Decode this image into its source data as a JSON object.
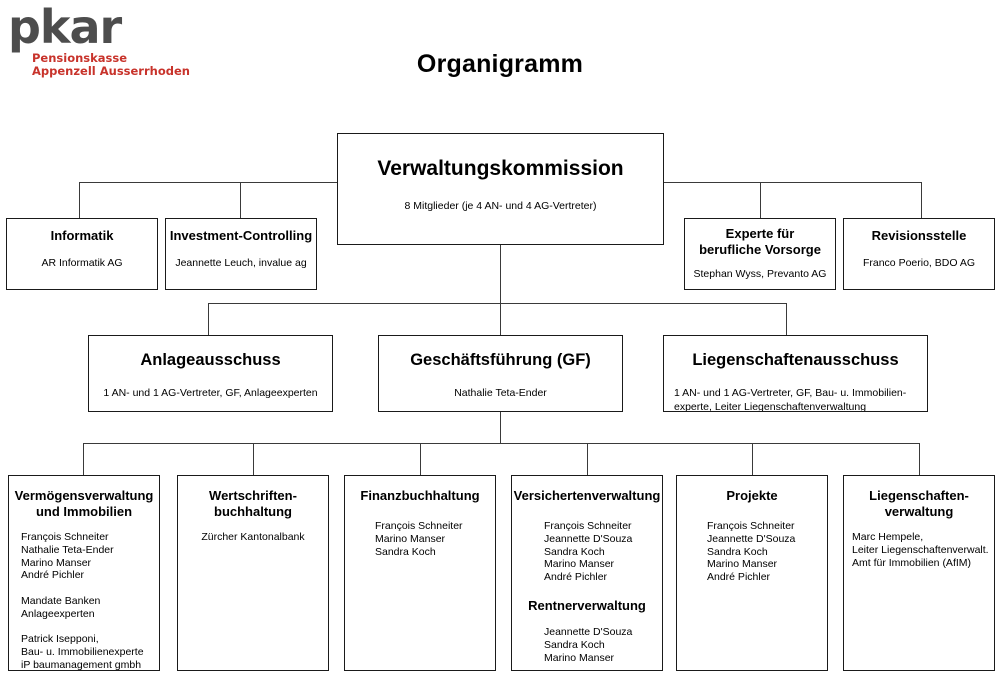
{
  "logo": {
    "wordmark": "pkar",
    "subtitle": "Pensionskasse\nAppenzell Ausserrhoden",
    "wordmark_color": "#4d4d4d",
    "subtitle_color": "#c8332b"
  },
  "page_title": "Organigramm",
  "chart_data": {
    "type": "diagram",
    "title": "Organigramm",
    "levels": [
      {
        "name": "level-1",
        "nodes": [
          {
            "id": "verwaltungskommission",
            "title": "Verwaltungskommission",
            "body": "8 Mitglieder (je 4 AN- und 4 AG-Vertreter)"
          }
        ]
      },
      {
        "name": "level-2",
        "nodes": [
          {
            "id": "informatik",
            "title": "Informatik",
            "body": "AR Informatik AG"
          },
          {
            "id": "investment-controlling",
            "title": "Investment-Controlling",
            "body": "Jeannette Leuch, invalue ag"
          },
          {
            "id": "experte-berufliche-vorsorge",
            "title": "Experte für\nberufliche Vorsorge",
            "body": "Stephan Wyss, Prevanto AG"
          },
          {
            "id": "revisionsstelle",
            "title": "Revisionsstelle",
            "body": "Franco Poerio, BDO AG"
          }
        ]
      },
      {
        "name": "level-3",
        "nodes": [
          {
            "id": "anlageausschuss",
            "title": "Anlageausschuss",
            "body": "1 AN- und 1 AG-Vertreter, GF, Anlageexperten"
          },
          {
            "id": "geschaeftsfuehrung",
            "title": "Geschäftsführung (GF)",
            "body": "Nathalie Teta-Ender"
          },
          {
            "id": "liegenschaftenausschuss",
            "title": "Liegenschaftenausschuss",
            "body": "1 AN- und 1 AG-Vertreter, GF, Bau- u. Immobilien-\nexperte, Leiter Liegenschaftenverwaltung"
          }
        ]
      },
      {
        "name": "level-4",
        "nodes": [
          {
            "id": "vermoegensverwaltung-immobilien",
            "title": "Vermögensverwaltung\nund Immobilien",
            "body": "François Schneiter\nNathalie Teta-Ender\nMarino Manser\nAndré Pichler\n\nMandate Banken\nAnlageexperten\n\nPatrick Isepponi,\nBau- u. Immobilienexperte\niP baumanagement gmbh"
          },
          {
            "id": "wertschriftenbuchhaltung",
            "title": "Wertschriften-\nbuchhaltung",
            "body": "Zürcher Kantonalbank"
          },
          {
            "id": "finanzbuchhaltung",
            "title": "Finanzbuchhaltung",
            "body": "François Schneiter\nMarino Manser\nSandra Koch"
          },
          {
            "id": "versichertenverwaltung",
            "title": "Versichertenverwaltung",
            "body": "François Schneiter\nJeannette D'Souza\nSandra Koch\nMarino Manser\nAndré Pichler",
            "subtitle": "Rentnerverwaltung",
            "body2": "Jeannette D'Souza\nSandra Koch\nMarino Manser"
          },
          {
            "id": "projekte",
            "title": "Projekte",
            "body": "François Schneiter\nJeannette D'Souza\nSandra Koch\nMarino Manser\nAndré Pichler"
          },
          {
            "id": "liegenschaftenverwaltung",
            "title": "Liegenschaften-\nverwaltung",
            "body": "Marc Hempele,\nLeiter Liegenschaftenverwalt.\nAmt für Immobilien (AfIM)"
          }
        ]
      }
    ]
  }
}
